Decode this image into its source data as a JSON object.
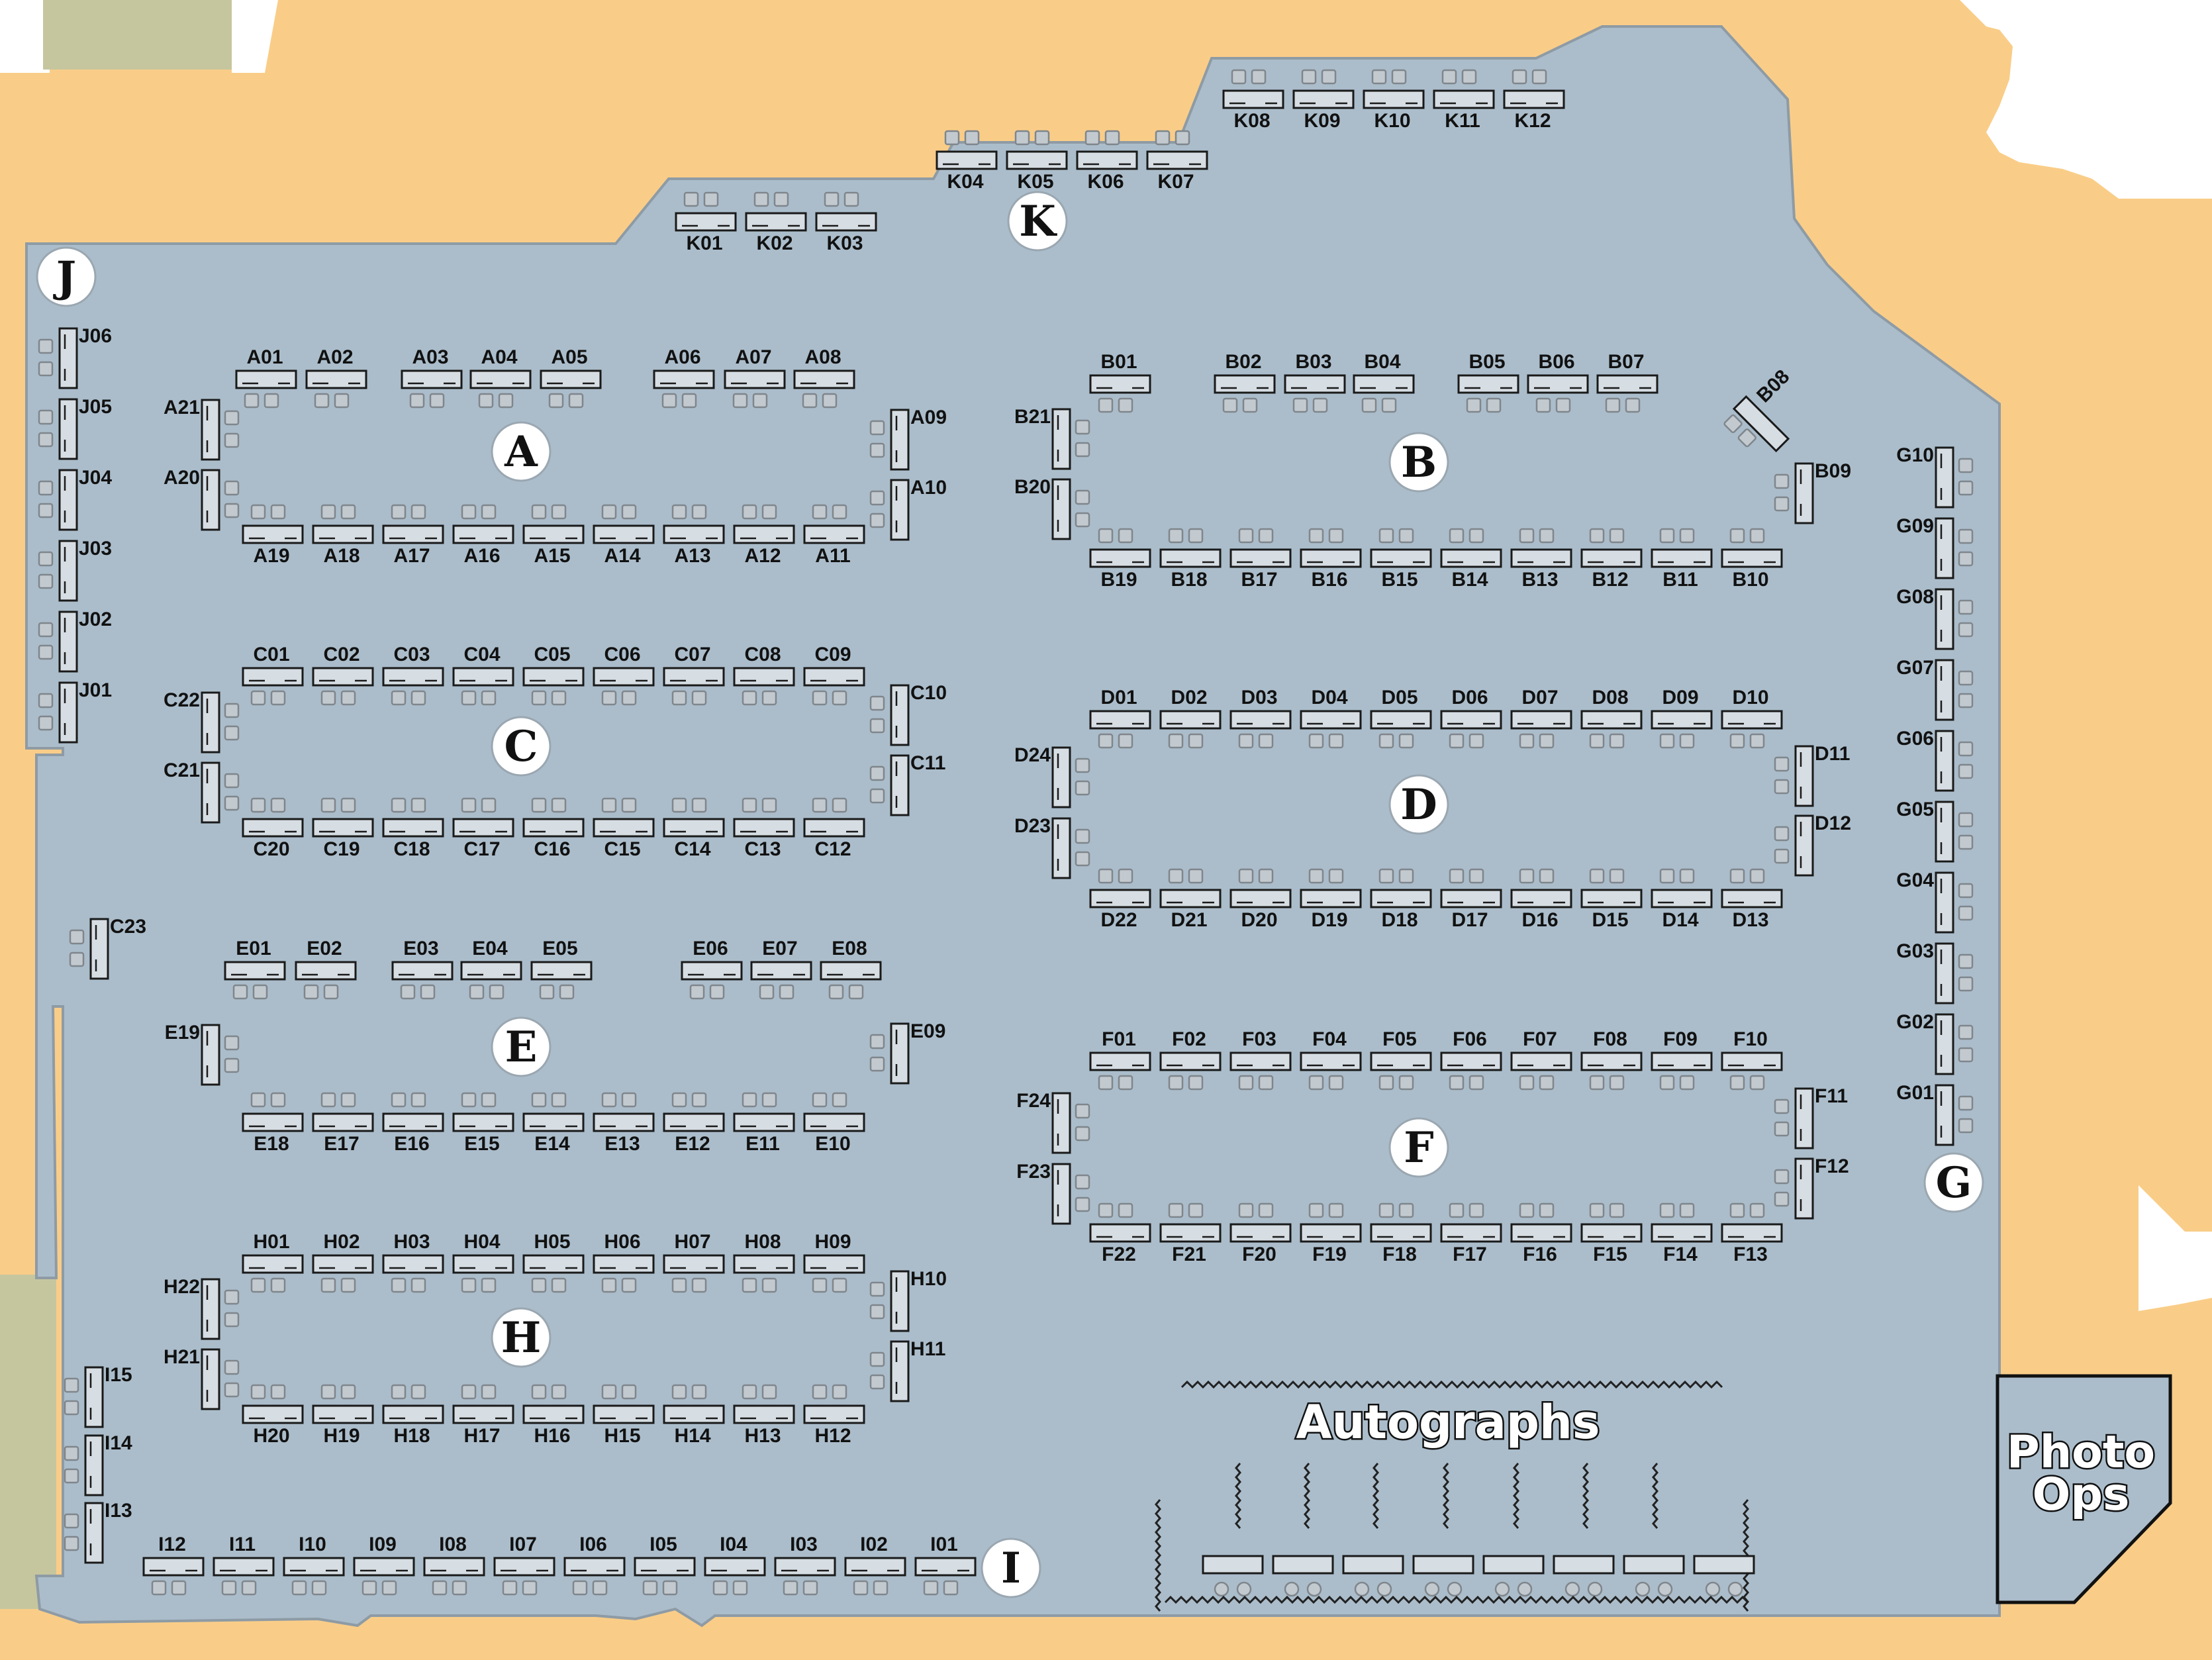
{
  "map": {
    "colors": {
      "floor": "#abbdcb",
      "floor_edge": "#8e9ba5",
      "adjacent_rooms": "#f9cd88",
      "green_area": "#c5c69e",
      "wall": "#ffffff",
      "table": "#d6dde3",
      "chair": "#c2c9cf"
    },
    "sections": [
      {
        "id": "A",
        "label": "A"
      },
      {
        "id": "B",
        "label": "B"
      },
      {
        "id": "C",
        "label": "C"
      },
      {
        "id": "D",
        "label": "D"
      },
      {
        "id": "E",
        "label": "E"
      },
      {
        "id": "F",
        "label": "F"
      },
      {
        "id": "G",
        "label": "G"
      },
      {
        "id": "H",
        "label": "H"
      },
      {
        "id": "I",
        "label": "I"
      },
      {
        "id": "J",
        "label": "J"
      },
      {
        "id": "K",
        "label": "K"
      }
    ],
    "areas": {
      "autographs": "Autographs",
      "photo_ops_line1": "Photo",
      "photo_ops_line2": "Ops"
    },
    "booths": {
      "A": {
        "top": [
          "A01",
          "A02",
          "A03",
          "A04",
          "A05",
          "A06",
          "A07",
          "A08"
        ],
        "bottom": [
          "A19",
          "A18",
          "A17",
          "A16",
          "A15",
          "A14",
          "A13",
          "A12",
          "A11"
        ],
        "left": [
          "A21",
          "A20"
        ],
        "right": [
          "A09",
          "A10"
        ]
      },
      "B": {
        "top": [
          "B01",
          "B02",
          "B03",
          "B04",
          "B05",
          "B06",
          "B07"
        ],
        "bottom": [
          "B19",
          "B18",
          "B17",
          "B16",
          "B15",
          "B14",
          "B13",
          "B12",
          "B11",
          "B10"
        ],
        "left": [
          "B21",
          "B20"
        ],
        "right": [
          "B09"
        ],
        "angled": [
          "B08"
        ]
      },
      "C": {
        "top": [
          "C01",
          "C02",
          "C03",
          "C04",
          "C05",
          "C06",
          "C07",
          "C08",
          "C09"
        ],
        "bottom": [
          "C20",
          "C19",
          "C18",
          "C17",
          "C16",
          "C15",
          "C14",
          "C13",
          "C12"
        ],
        "left": [
          "C22",
          "C21"
        ],
        "right": [
          "C10",
          "C11"
        ],
        "extra": [
          "C23"
        ]
      },
      "D": {
        "top": [
          "D01",
          "D02",
          "D03",
          "D04",
          "D05",
          "D06",
          "D07",
          "D08",
          "D09",
          "D10"
        ],
        "bottom": [
          "D22",
          "D21",
          "D20",
          "D19",
          "D18",
          "D17",
          "D16",
          "D15",
          "D14",
          "D13"
        ],
        "left": [
          "D24",
          "D23"
        ],
        "right": [
          "D11",
          "D12"
        ]
      },
      "E": {
        "top": [
          "E01",
          "E02",
          "E03",
          "E04",
          "E05",
          "E06",
          "E07",
          "E08"
        ],
        "bottom": [
          "E18",
          "E17",
          "E16",
          "E15",
          "E14",
          "E13",
          "E12",
          "E11",
          "E10"
        ],
        "left": [
          "E19"
        ],
        "right": [
          "E09"
        ]
      },
      "F": {
        "top": [
          "F01",
          "F02",
          "F03",
          "F04",
          "F05",
          "F06",
          "F07",
          "F08",
          "F09",
          "F10"
        ],
        "bottom": [
          "F22",
          "F21",
          "F20",
          "F19",
          "F18",
          "F17",
          "F16",
          "F15",
          "F14",
          "F13"
        ],
        "left": [
          "F24",
          "F23"
        ],
        "right": [
          "F11",
          "F12"
        ]
      },
      "G": [
        "G10",
        "G09",
        "G08",
        "G07",
        "G06",
        "G05",
        "G04",
        "G03",
        "G02",
        "G01"
      ],
      "H": {
        "top": [
          "H01",
          "H02",
          "H03",
          "H04",
          "H05",
          "H06",
          "H07",
          "H08",
          "H09"
        ],
        "bottom": [
          "H20",
          "H19",
          "H18",
          "H17",
          "H16",
          "H15",
          "H14",
          "H13",
          "H12"
        ],
        "left": [
          "H22",
          "H21"
        ],
        "right": [
          "H10",
          "H11"
        ]
      },
      "I": {
        "row": [
          "I12",
          "I11",
          "I10",
          "I09",
          "I08",
          "I07",
          "I06",
          "I05",
          "I04",
          "I03",
          "I02",
          "I01"
        ],
        "side": [
          "I15",
          "I14",
          "I13"
        ]
      },
      "J": [
        "J06",
        "J05",
        "J04",
        "J03",
        "J02",
        "J01"
      ],
      "K": {
        "low": [
          "K01",
          "K02",
          "K03"
        ],
        "mid": [
          "K04",
          "K05",
          "K06",
          "K07"
        ],
        "high": [
          "K08",
          "K09",
          "K10",
          "K11",
          "K12"
        ]
      }
    }
  }
}
